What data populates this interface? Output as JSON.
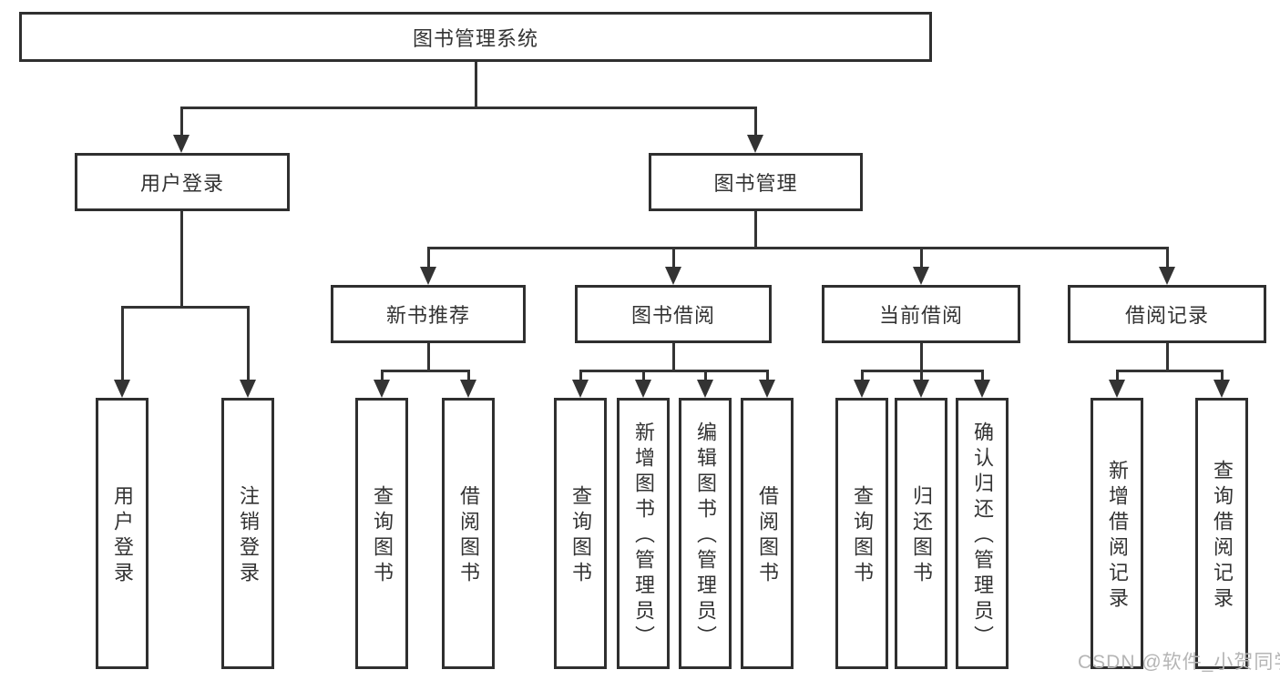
{
  "tree": {
    "root": {
      "label": "图书管理系统"
    },
    "children": [
      {
        "label": "用户登录",
        "children": [
          {
            "label": "用户登录"
          },
          {
            "label": "注销登录"
          }
        ]
      },
      {
        "label": "图书管理",
        "children": [
          {
            "label": "新书推荐",
            "children": [
              {
                "label": "查询图书"
              },
              {
                "label": "借阅图书"
              }
            ]
          },
          {
            "label": "图书借阅",
            "children": [
              {
                "label": "查询图书"
              },
              {
                "label": "新增图书（管理员）"
              },
              {
                "label": "编辑图书（管理员）"
              },
              {
                "label": "借阅图书"
              }
            ]
          },
          {
            "label": "当前借阅",
            "children": [
              {
                "label": "查询图书"
              },
              {
                "label": "归还图书"
              },
              {
                "label": "确认归还（管理员）"
              }
            ]
          },
          {
            "label": "借阅记录",
            "children": [
              {
                "label": "新增借阅记录"
              },
              {
                "label": "查询借阅记录"
              }
            ]
          }
        ]
      }
    ]
  },
  "watermark": {
    "text": "CSDN @软件_小贺同学"
  },
  "colors": {
    "line": "#333333",
    "box_border": "#2f2f2f",
    "box_fill": "#ffffff",
    "text": "#333333",
    "watermark": "#b5b5b5"
  }
}
